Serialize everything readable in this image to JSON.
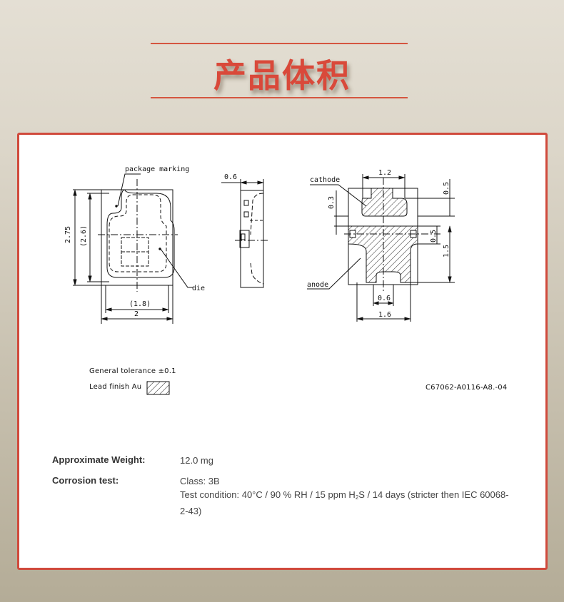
{
  "header": {
    "title": "产品体积",
    "accent_color": "#d9493a"
  },
  "drawing": {
    "top_view": {
      "label_package_marking": "package marking",
      "label_die": "die",
      "dim_height": "2.75",
      "dim_inner_height": "(2.6)",
      "dim_inner_width": "(1.8)",
      "dim_width": "2"
    },
    "side_view": {
      "dim_thickness": "0.6"
    },
    "bottom_view": {
      "label_cathode": "cathode",
      "label_anode": "anode",
      "dim_top_width": "1.2",
      "dim_cathode_height": "0.5",
      "dim_gap": "0.3",
      "dim_anode_tab": "0.5",
      "dim_anode_height": "1.5",
      "dim_bottom_tab": "0.6",
      "dim_anode_width": "1.6"
    },
    "general_tolerance": "General tolerance ±0.1",
    "lead_finish": "Lead finish Au",
    "drawing_number": "C67062-A0116-A8.-04"
  },
  "specs": {
    "weight_label": "Approximate Weight:",
    "weight_value": "12.0 mg",
    "corrosion_label": "Corrosion test:",
    "corrosion_class": "Class: 3B",
    "corrosion_condition_pre": "Test condition: 40°C / 90 % RH / 15 ppm H",
    "corrosion_condition_sub": "2",
    "corrosion_condition_post": "S / 14 days (stricter then IEC 60068-2-43)"
  }
}
